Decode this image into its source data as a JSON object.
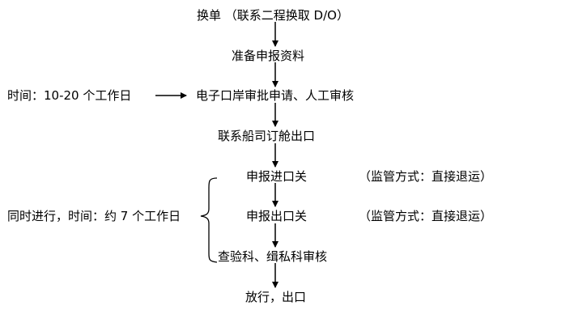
{
  "steps": [
    {
      "text": "换单  （联系二程换取 D/O）"
    },
    {
      "text": "准备申报资料"
    },
    {
      "text": "电子口岸审批申请、人工审核"
    },
    {
      "text": "联系船司订舱出口"
    },
    {
      "text": "申报进口关"
    },
    {
      "text": "申报出口关"
    },
    {
      "text": "查验科、缉私科审核"
    },
    {
      "text": "放行，出口"
    }
  ],
  "notes": {
    "time_single": "时间：10-20 个工作日",
    "time_parallel": "同时进行，时间：约 7 个工作日",
    "import_method": "（监管方式：直接退运）",
    "export_method": "（监管方式：直接退运）"
  }
}
